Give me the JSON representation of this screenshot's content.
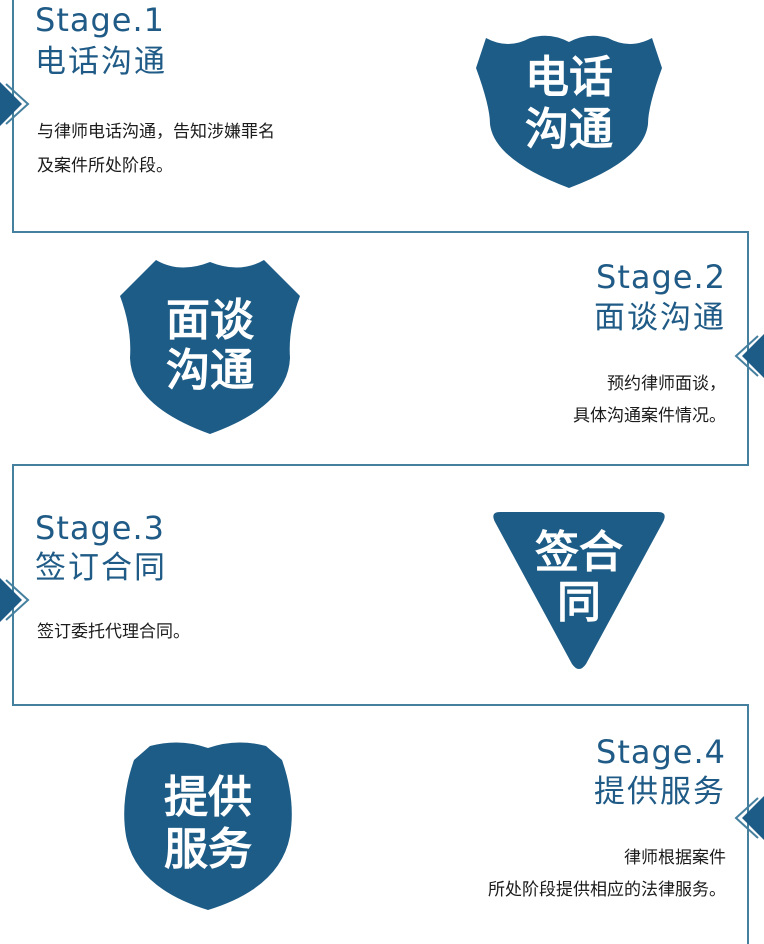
{
  "stages": [
    {
      "title": "Stage.1",
      "subtitle": "电话沟通",
      "desc": [
        "与律师电话沟通，告知涉嫌罪名",
        "及案件所处阶段。"
      ],
      "badge": [
        "电话",
        "沟通"
      ]
    },
    {
      "title": "Stage.2",
      "subtitle": "面谈沟通",
      "desc": [
        "预约律师面谈，",
        "具体沟通案件情况。"
      ],
      "badge": [
        "面谈",
        "沟通"
      ]
    },
    {
      "title": "Stage.3",
      "subtitle": "签订合同",
      "desc": [
        "签订委托代理合同。"
      ],
      "badge": [
        "签合",
        "同"
      ]
    },
    {
      "title": "Stage.4",
      "subtitle": "提供服务",
      "desc": [
        "律师根据案件",
        "所处阶段提供相应的法律服务。"
      ],
      "badge": [
        "提供",
        "服务"
      ]
    }
  ],
  "colors": {
    "line": "#46809f",
    "badge": "#1d5c86",
    "title": "#1f5b86",
    "text": "#1b1b1b"
  },
  "icons": {
    "pointer": "triangle-arrow-icon",
    "shield": "shield-icon",
    "inverted-triangle": "triangle-badge-icon"
  }
}
